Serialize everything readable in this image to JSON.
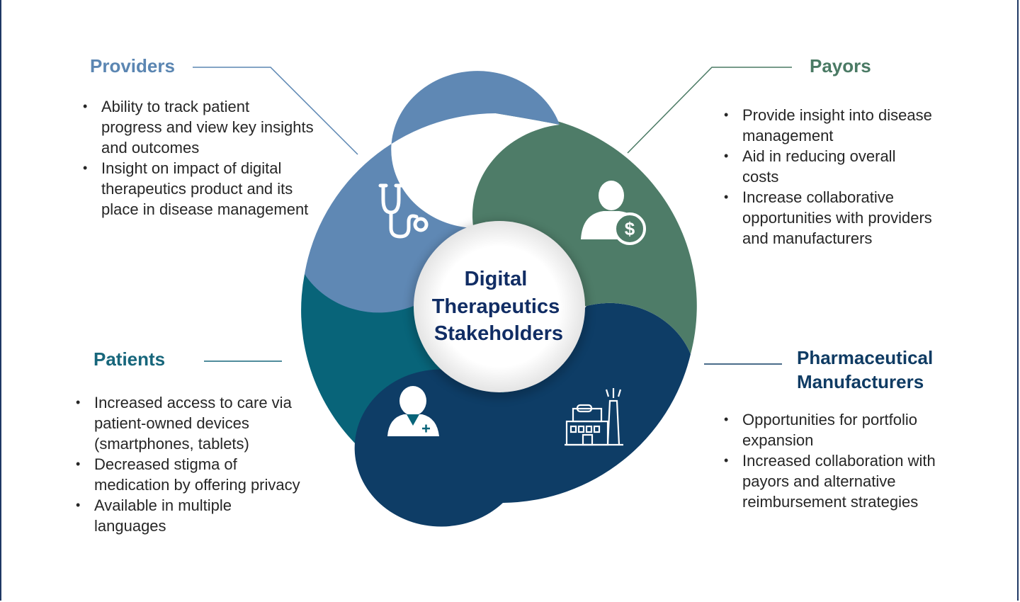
{
  "center": {
    "title_lines": [
      "Digital",
      "Therapeutics",
      "Stakeholders"
    ],
    "title_color": "#112d64"
  },
  "segments": [
    {
      "key": "providers",
      "color": "#5f88b4",
      "icon": "stethoscope-icon"
    },
    {
      "key": "payors",
      "color": "#4e7c68",
      "icon": "person-dollar-icon"
    },
    {
      "key": "pharma",
      "color": "#0e3d66",
      "icon": "factory-icon"
    },
    {
      "key": "patients",
      "color": "#086479",
      "icon": "patient-icon"
    }
  ],
  "providers": {
    "title": "Providers",
    "color": "#5b86b2",
    "bullets": [
      "Ability to track patient progress and view key insights and outcomes",
      "Insight on impact of digital therapeutics product and its place in disease management"
    ]
  },
  "payors": {
    "title": "Payors",
    "color": "#4a7a64",
    "bullets": [
      "Provide insight into disease management",
      "Aid in reducing overall costs",
      "Increase collaborative opportunities with providers and manufacturers"
    ]
  },
  "patients": {
    "title": "Patients",
    "color": "#17667b",
    "bullets": [
      "Increased access to care via patient-owned devices (smartphones, tablets)",
      "Decreased stigma of medication by offering privacy",
      "Available in multiple languages"
    ]
  },
  "pharma": {
    "title_lines": [
      "Pharmaceutical",
      "Manufacturers"
    ],
    "color": "#0f3b63",
    "bullets": [
      "Opportunities for portfolio expansion",
      "Increased collaboration with payors and alternative reimbursement strategies"
    ]
  }
}
